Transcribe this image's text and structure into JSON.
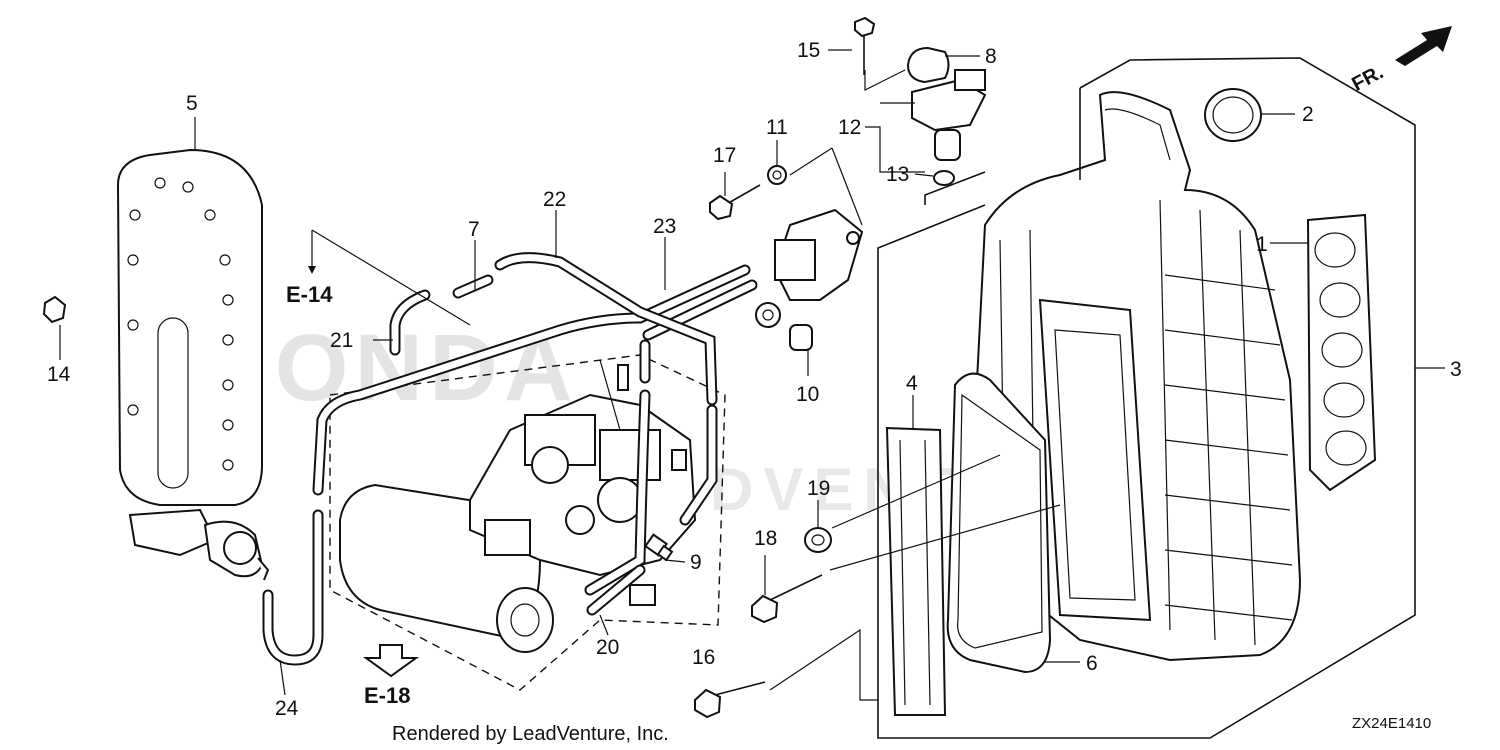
{
  "callouts": {
    "c1": "1",
    "c2": "2",
    "c3": "3",
    "c4": "4",
    "c5": "5",
    "c6": "6",
    "c7": "7",
    "c8": "8",
    "c9": "9",
    "c10": "10",
    "c11": "11",
    "c12": "12",
    "c13": "13",
    "c14": "14",
    "c15": "15",
    "c16": "16",
    "c17": "17",
    "c18": "18",
    "c19": "19",
    "c20": "20",
    "c21": "21",
    "c22": "22",
    "c23": "23",
    "c24": "24"
  },
  "refs": {
    "e14": "E-14",
    "e18": "E-18"
  },
  "direction": {
    "label": "FR."
  },
  "footer": {
    "credit": "Rendered by LeadVenture, Inc.",
    "code": "ZX24E1410"
  },
  "watermark": {
    "main": "HONDA",
    "sub": "LEADVENTURE"
  }
}
